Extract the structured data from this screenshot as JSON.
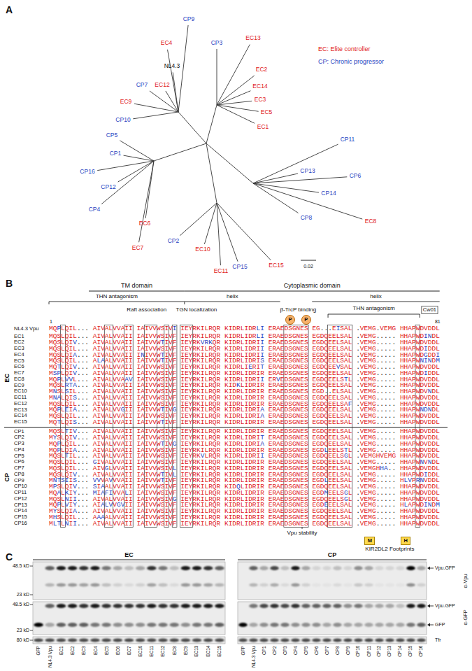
{
  "diagram": {
    "nodes": [
      {
        "text": [
          "P"
        ]
      },
      {
        "text": [
          "P"
        ]
      },
      {
        "text": [
          "M"
        ]
      },
      {
        "text": [
          "H"
        ]
      }
    ],
    "labels": [
      "A",
      "CP9",
      "EC4",
      "CP3",
      "EC13",
      "NL4.3",
      "EC12",
      "EC2",
      "CP7",
      "EC14",
      "EC3",
      "EC9",
      "EC5",
      "CP10",
      "EC1",
      "CP5",
      "CP11",
      "CP1",
      "CP13",
      "CP16",
      "CP6",
      "CP12",
      "CP14",
      "CP4",
      "CP8",
      "EC8",
      "EC6",
      "CP2",
      "EC7",
      "EC10",
      "CP15",
      "EC15",
      "EC11",
      "EC: Elite controller",
      "CP: Chronic progressor",
      "0.02",
      "B",
      "TM domain",
      "Cytoplasmic domain",
      "THN antagonism",
      "helix",
      "helix",
      "Raft association",
      "TGN localization",
      "β-TrcP binding",
      "THN antagonism",
      "Cw01",
      "1",
      "81",
      "NL4.3 Vpu",
      "MQPLQIL... AIVALVVAII IAIVVWSIVI IEYRKILRQR KIDRLIDRLI ERAEDSGNES EG...EISAL .VEMG.VEMG HHAPWDVDDL",
      "EC1",
      "MQSLQIL... AIVALVVAII IAIVVWSIVF IEYRKILRQR KIDRLIDRLI ERAEDSGNES EGDQEELSAL .VEMG..... HHAPWDINDL",
      "EC2",
      "MQSLQIV... AIVALVVAII IAIVVWTIVF IEYRKVRKQR KIDRLIDRII ERAEDSGNES EGDQEELSAL .VEMG..... HHAPWDVDDL",
      "EC3",
      "MQSLQIL... AIVALVVAII IAIVVWSIVF IEYRKILRQR KIDRLIDRII ERAEDSGNES EGDQEELSAL .VEMG..... HHAPWDIDDL",
      "EC4",
      "MQSLQIA... AIVALVVAII INIVVWTIVF IEYRKILRQR KIDRLIDRII ERAEDSGNES EGDQEELSAL .VEMG..... HHAPWDGDDI",
      "EC5",
      "MQSLQIL... ALAALVVAII IAIVVWTIVF IEYRKILRQR KIDRLIDRIS ERAEDSGNES EGDQEELSAL .VEMG..... HHAPWNINDM",
      "EC6",
      "MQTLQIV... AIVALVVAII IAIVVWSIVF IEYRKILRQR KIDRLIERIT ERAEDSGNES EGDQEEVSAL .VEMG..... HHAPWDVDDL",
      "EC7",
      "MSPLQIV... AIVALVVAII IAIVVWSIVF IEYRKILRQR KIDRLIDRIR ERAEDSGNES EGDQEELSAL .VEMG..... HHAPWDIDDL",
      "EC8",
      "MQPLVVL... AIVALVVAAV IAIVVWSIVF IEYRKILRQR KIDRLIDRII ERVEDSGNES EGDQEELSTL .VEMG..... HHAPWDVDDL",
      "EC9",
      "MQSLRTA... AIVALVVAII IAIVVWSIVF IEYRKILRQR KIDKLIDRIR ERAEDSGNES EGDQEELSAL .VEMG..... HHAPWDVDDL",
      "EC10",
      "MNSLSIL... AIVALVVAII IAIVVWSIVF IEYRKILRQR KIDRLIDRIR ERAEDSGNES EGD..ELSAL .VEMG..... HHAPWDVNDL",
      "EC11",
      "MNALQIS... AIVALVVAII IAIVVWSIVF IEYRKILRQR KIDRLIDRIR ERAEDSGNES EGDQEELSAL .VEMG..... HHAPWDVDDL",
      "EC12",
      "MQSLQIL... AIVALVVAII IAIVVWSIVF IEYRKILRQR KIDRLIDRIR ERAEDSGNES EGDQEELSAF .VEMG..... HHAPWDVDDL",
      "EC13",
      "MQPLEIA... AIVALVVGII IAIVVWTIVG IEYRKILRQR KIDRLIDRIA ERAEDSGNES EGDQEELSAL .VEMG..... HHAPWNDNDL",
      "EC14",
      "MQSLQIL... AIVALVVAII IAIVVWSIVF IEYRKILRQR KIDRLIDRIA ERAEDSGNES EGDQEELSAL .VEMG..... HHAPWDVDDL",
      "EC15",
      "MQTLQIS... AIVALVVAII IAIVVWTIVF IEYRKILRQR KIDRLIDRIR ERAEDSGNES EGDQEELSAL .VEMG..... HHAPWDVDDL",
      "CP1",
      "MQSLTIV... AIVALVVAII IAIVVWSIVF IEYRKILRQR KIDRLIDRIR ERAEDSGNES EGDQEELSAL .VEMG..... HHAPWDVDDL",
      "CP2",
      "MYSLQIV... AIVALVVAII IAIVVWSIVF IEYRKILRQR KIDRLIDRIT ERAEDSGNES EGDQEELSAL .VEMG..... HHAPWDVDDL",
      "CP3",
      "MQPLQIL... AIVALVVAII IAIVVWTIVG IEYRKILRQR KIDRLIDRIA ERAEDSGNES EGDQEELSAL .VEMG..... HHAPWDVDDL",
      "CP4",
      "MQPLQIA... AIVALVVAII IAIVVWSIVF IEYRKILRQR KIDRLIDRIR ERAEDSGNES EGDLEELSTL .VEMG..... HHAPWDVDDL",
      "CP5",
      "MQSLTIL... AIVALVVAII IAIVVWSIVF IEYRKVLRQR KIDRLIDRII ERAEDSGNES EGDQEELSGL .VEMGHVEMG HHAPWDVDDL",
      "CP6",
      "MQSLQIL... GIVALVVAII IAIVVWSIVF IEYRKILRQR KIDRLIDRIR ERAEDSGNES EGDQEELSAL .VEMG..... HHAPWNVNDL",
      "CP7",
      "MQSLQIL... AIVGLVVAII IAIVVWSIVL IEYRKILRQR KIDRLIDRIR ERAEDSGNES EGDQEELSAL .VEMGHHA.. HHAPWDVDDL",
      "CP8",
      "MQSLQIV... AIVALVVAII IAIVVWTIVL IEYRKILRQR KIDRLIDRIR ERAEDSGNES EGDQEELSAL .VEMG..... HHAPWDIDDL",
      "CP9",
      "MNTSIIS... VVVAVVVAII IAIVVWTIVF IEYRKILRQR KIDRLIDRIR ERAEDSGNES EGDLEELSAL .VEMG..... HLVPRNVDDL",
      "CP10",
      "MPSLQIV... SIAALVVAII IAIVVWSIVF IEYRKILRQR KIDQLIDRIR ERAEDSGNES EGDQEELSAL .VEMG..... HHAPWDVDDL",
      "CP11",
      "MQALKIY... MIAFIVVALI IAIVVWSIVF IEYRKILRQR KIDRLIDRIR ERAEDSGNES EGDMEELSGL .VEMG..... HHAPWDVDDL",
      "CP12",
      "MQSLNII... AIVALVVAII IAIVVWSIVG IEYRKILRQR KIDRLIDRIR ERAEDSGNES EGDQEELSGL .VEMG..... HHAPWDVDDL",
      "CP13",
      "MQPLVIY... AIALVVGVII IAIVVWSIVF IEYRKILRQR KIDRLIDRIR ERAEDSGNES EGDEEELSAL .VEMG..... HLAPWDINDM",
      "CP14",
      "MYSLQIA... AIVALVVAII IAIVVWSIVF IEYRKILRQR KIDRLIDRIR ERAEDSGNES EGDQEELSAL .VEMG..... HHAPWDVDDL",
      "CP15",
      "MHSLQIL... AAAALVVAII IAIVVWSIVF IEYRKILRQR KIDRLIDRIR ERAEDSGNES EGDQEELSAL .VEMG..... HHAPWDVDDL",
      "CP16",
      "MLTLNII... AIVALVVAII IAIVVWSIVF IEYRKILRQR KIDRLIDRIR ERAEDSGNES EGDQEELSAL .VEMG..... HHAPWDVDDL",
      "EC",
      "CP",
      "Vpu stability",
      "KIR2DL2 Footprints",
      "C",
      "EC",
      "CP",
      "48.5 kD",
      "23 kD",
      "48.5 kD",
      "23 kD",
      "80 kD",
      "Vpu.GFP",
      "α-Vpu",
      "Vpu.GFP",
      "GFP",
      "α-GFP",
      "Tfr",
      "GFP",
      "NL4.3 Vpu",
      "EC1",
      "EC2",
      "EC3",
      "EC4",
      "EC5",
      "EC6",
      "EC7",
      "EC10",
      "EC11",
      "EC12",
      "EC8",
      "EC9",
      "EC13",
      "EC14",
      "EC15",
      "GFP",
      "NL4.3 Vpu",
      "CP1",
      "CP2",
      "CP3",
      "CP4",
      "CP5",
      "CP6",
      "CP7",
      "CP8",
      "CP9",
      "CP10",
      "CP11",
      "CP12",
      "CP13",
      "CP14",
      "CP15",
      "CP16"
    ]
  }
}
